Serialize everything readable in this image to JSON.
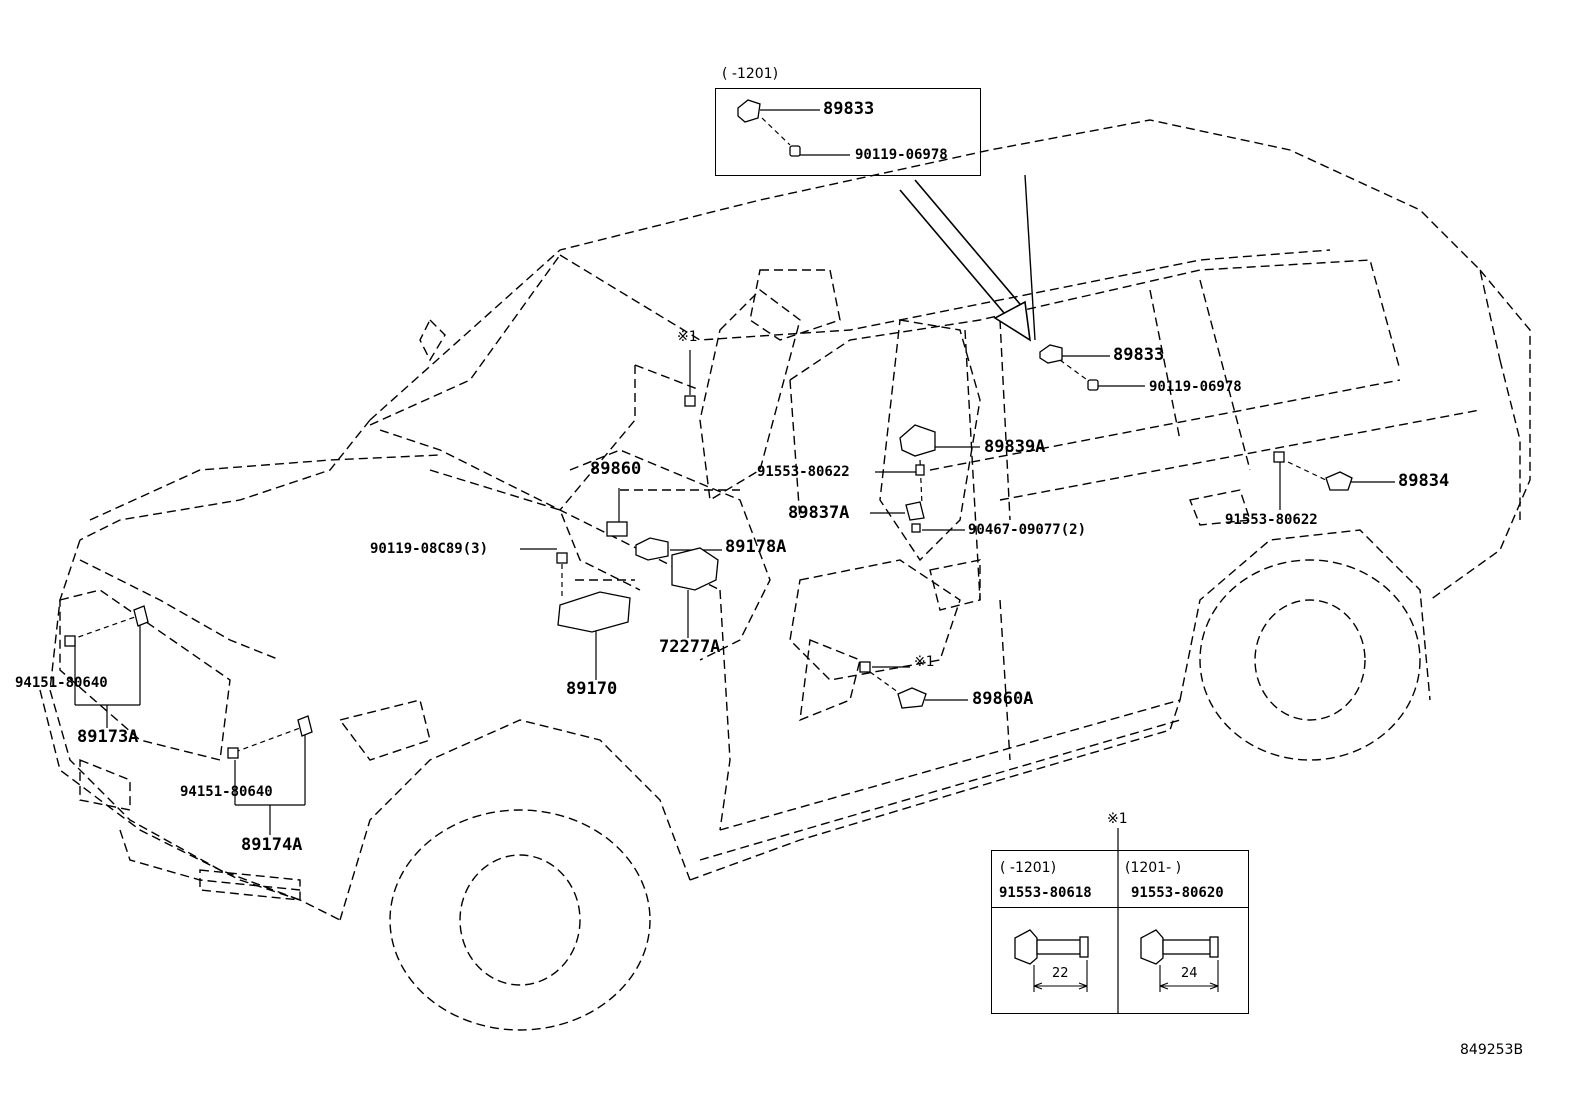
{
  "diagram_id": "849253B",
  "inset_top": {
    "range": "(      -1201)",
    "part_sensor": "89833",
    "part_bolt": "90119-06978"
  },
  "callouts": {
    "p89833": "89833",
    "p90119_06978": "90119-06978",
    "p89839A": "89839A",
    "p91553_80622_a": "91553-80622",
    "p89837A": "89837A",
    "p90467_09077": "90467-09077(2)",
    "p89834": "89834",
    "p91553_80622_b": "91553-80622",
    "p89860": "89860",
    "p90119_08C89": "90119-08C89(3)",
    "p89178A": "89178A",
    "p72277A": "72277A",
    "p89170": "89170",
    "p89860A": "89860A",
    "p94151_80640_a": "94151-80640",
    "p89173A": "89173A",
    "p94151_80640_b": "94151-80640",
    "p89174A": "89174A",
    "note_a": "※1",
    "note_b": "※1"
  },
  "table_note": {
    "mark": "※1",
    "left_range": "(      -1201)",
    "right_range": "(1201-      )",
    "left_part": "91553-80618",
    "right_part": "91553-80620",
    "left_dim": "22",
    "right_dim": "24"
  }
}
